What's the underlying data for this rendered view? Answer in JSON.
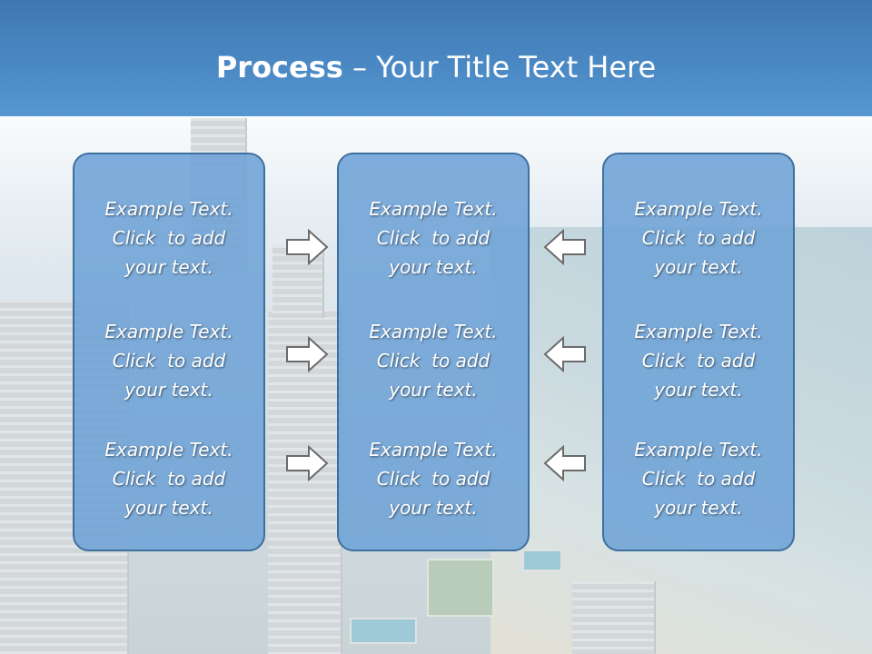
{
  "slide": {
    "title_bold": "Process",
    "title_rest": " – Your Title Text Here"
  },
  "columns": [
    {
      "items": [
        {
          "line1": "Example Text.",
          "line2": "Click  to add",
          "line3": "your text."
        },
        {
          "line1": "Example Text.",
          "line2": "Click  to add",
          "line3": "your text."
        },
        {
          "line1": "Example Text.",
          "line2": "Click  to add",
          "line3": "your text."
        }
      ]
    },
    {
      "items": [
        {
          "line1": "Example Text.",
          "line2": "Click  to add",
          "line3": "your text."
        },
        {
          "line1": "Example Text.",
          "line2": "Click  to add",
          "line3": "your text."
        },
        {
          "line1": "Example Text.",
          "line2": "Click  to add",
          "line3": "your text."
        }
      ]
    },
    {
      "items": [
        {
          "line1": "Example Text.",
          "line2": "Click  to add",
          "line3": "your text."
        },
        {
          "line1": "Example Text.",
          "line2": "Click  to add",
          "line3": "your text."
        },
        {
          "line1": "Example Text.",
          "line2": "Click  to add",
          "line3": "your text."
        }
      ]
    }
  ],
  "icons": {
    "left_arrows": "arrow-right-icon",
    "right_arrows": "arrow-left-icon"
  },
  "colors": {
    "header": "#4a88c4",
    "box_fill": "#6ea3d6",
    "box_border": "#3e6f9e",
    "text": "#ffffff"
  }
}
